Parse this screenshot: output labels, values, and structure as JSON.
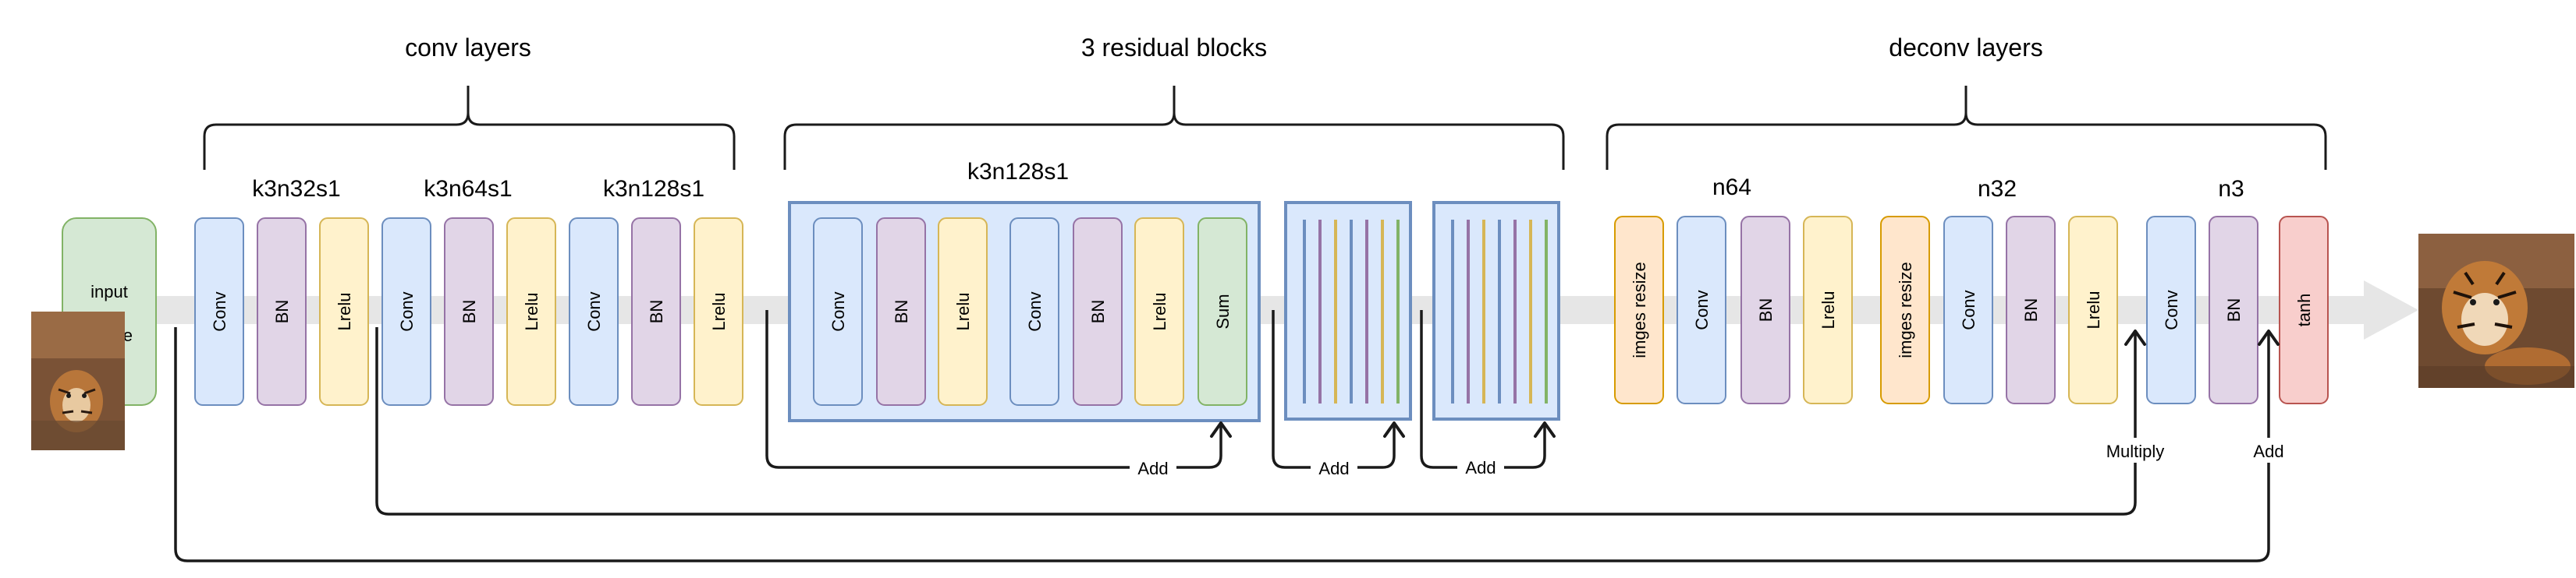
{
  "groups": {
    "conv": "conv layers",
    "residual": "3 residual blocks",
    "deconv": "deconv layers"
  },
  "block_labels": {
    "conv1": "k3n32s1",
    "conv2": "k3n64s1",
    "conv3": "k3n128s1",
    "res": "k3n128s1",
    "deconv1": "n64",
    "deconv2": "n32",
    "deconv3": "n3"
  },
  "input_label": [
    "input",
    "image"
  ],
  "layers": {
    "conv": [
      "Conv",
      "BN",
      "Lrelu",
      "Conv",
      "BN",
      "Lrelu",
      "Conv",
      "BN",
      "Lrelu"
    ],
    "residual": [
      "Conv",
      "BN",
      "Lrelu",
      "Conv",
      "BN",
      "Lrelu",
      "Sum"
    ],
    "deconv": [
      "imges resize",
      "Conv",
      "BN",
      "Lrelu",
      "imges resize",
      "Conv",
      "BN",
      "Lrelu",
      "Conv",
      "BN",
      "tanh"
    ]
  },
  "connections": {
    "add_res1": "Add",
    "add_res2": "Add",
    "add_res3": "Add",
    "multiply": "Multiply",
    "add_final": "Add"
  },
  "colors": {
    "conv_fill": "#dae8fc",
    "conv_stroke": "#6c8ebf",
    "bn_fill": "#e1d5e7",
    "bn_stroke": "#9673a6",
    "lrelu_fill": "#fff2cc",
    "lrelu_stroke": "#d6b656",
    "sum_fill": "#d5e8d4",
    "sum_stroke": "#82b366",
    "resize_fill": "#ffe6cc",
    "resize_stroke": "#d79b00",
    "tanh_fill": "#f8cecc",
    "tanh_stroke": "#b85450",
    "arrow_bg": "#e6e6e6",
    "res_fill": "#dae8fc",
    "res_stroke": "#6c8ebf"
  }
}
